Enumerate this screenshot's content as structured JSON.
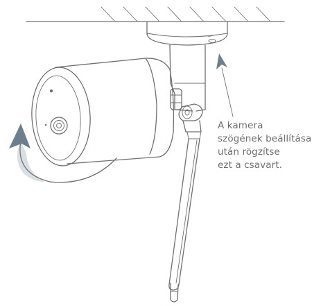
{
  "callout": {
    "lines": [
      "A kamera",
      "szögének beállítása",
      "után rögzítse",
      "ezt a csavart."
    ]
  },
  "colors": {
    "line": "#6f6f6f",
    "text": "#6e6e6e",
    "arrow_fill": "#6b7f8f",
    "background": "#ffffff"
  },
  "icons": {
    "rotate_arrow": "curved-rotation-arrow-icon",
    "pointer_arrow": "up-pointing-arrow-icon"
  }
}
